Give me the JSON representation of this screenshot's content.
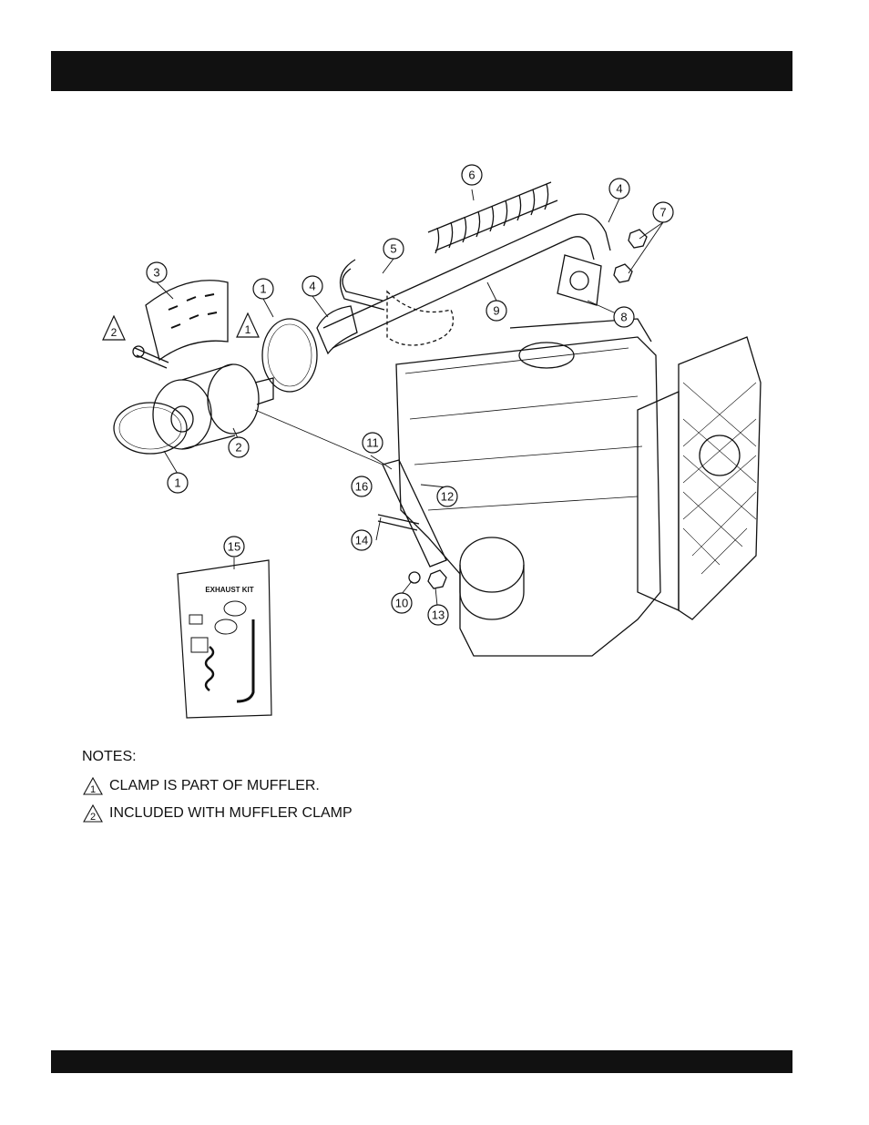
{
  "callouts": {
    "c1": "1",
    "c2": "2",
    "c3": "3",
    "c4": "4",
    "c5": "5",
    "c6": "6",
    "c7": "7",
    "c8": "8",
    "c9": "9",
    "c10": "10",
    "c11": "11",
    "c12": "12",
    "c13": "13",
    "c14": "14",
    "c15": "15",
    "c16": "16"
  },
  "triangles": {
    "t1": "1",
    "t2": "2"
  },
  "kit": {
    "label": "EXHAUST KIT"
  },
  "notes": {
    "title": "NOTES:",
    "items": [
      {
        "marker": "1",
        "text": "CLAMP IS PART OF MUFFLER."
      },
      {
        "marker": "2",
        "text": "INCLUDED WITH MUFFLER CLAMP"
      }
    ]
  }
}
